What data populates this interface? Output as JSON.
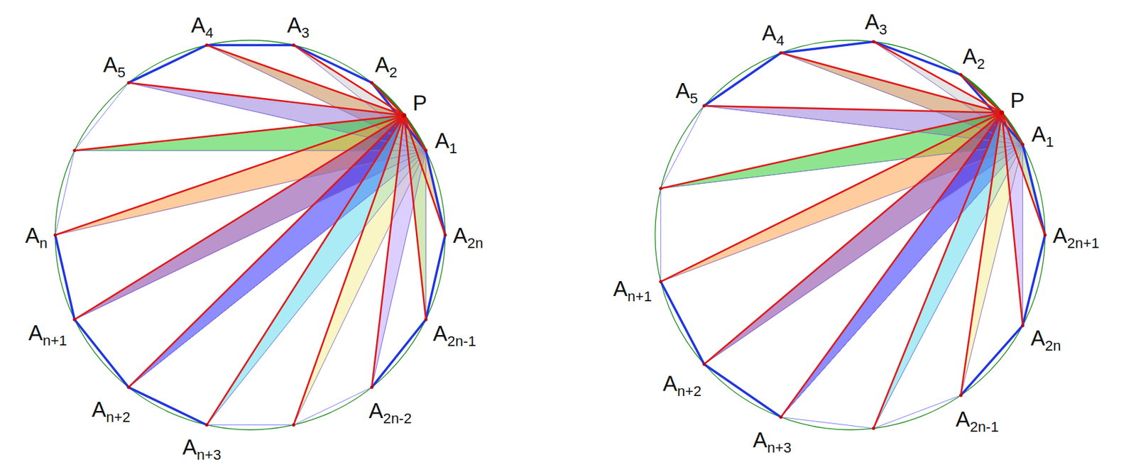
{
  "diagram": {
    "labels": [
      "A4",
      "A3",
      "A2",
      "P",
      "A1",
      "A5",
      "An",
      "A2n",
      "A2n-1",
      "An+1",
      "An+2",
      "A2n-2",
      "An+3",
      "A5",
      "A4",
      "A3",
      "A2",
      "P",
      "A1",
      "An+1",
      "A2n+1",
      "A2n",
      "An+2",
      "An+3",
      "A2n-1"
    ]
  }
}
